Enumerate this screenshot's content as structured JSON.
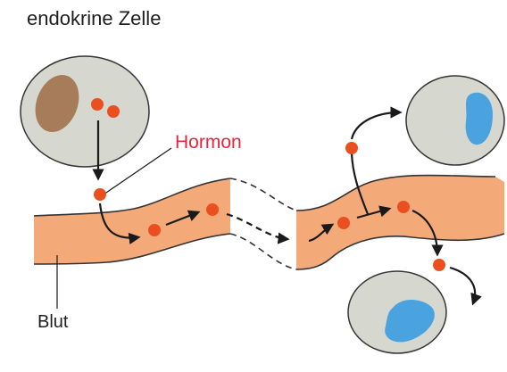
{
  "labels": {
    "title": "endokrine Zelle",
    "hormone": "Hormon",
    "blood": "Blut"
  },
  "colors": {
    "cell_fill": "#d6d7ce",
    "cell_outline": "#353535",
    "nucleus_source": "#a67c5a",
    "nucleus_target": "#4aa3df",
    "vessel_fill": "#f4a978",
    "vessel_outline": "#333333",
    "hormone_dot": "#ea4f1f",
    "hormone_label": "#e8253e",
    "arrow": "#1a1a1a"
  },
  "icons": {
    "hormone_marker": "red-dot",
    "flow_marker": "arrowhead"
  }
}
